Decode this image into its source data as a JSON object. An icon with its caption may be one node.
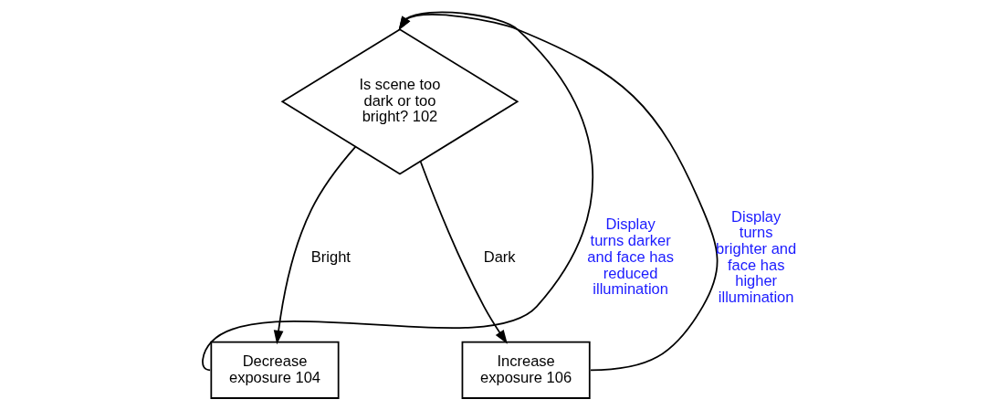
{
  "diagram": {
    "nodes": [
      {
        "text": [
          "Is scene too dark or too bright? 102"
        ]
      },
      {
        "text": [
          "Decrease exposure 104"
        ]
      },
      {
        "text": [
          "Increase exposure 106"
        ]
      }
    ],
    "edges": [
      {
        "from": 0,
        "to": 1,
        "arrow": "to",
        "label": "Bright"
      },
      {
        "from": 0,
        "to": 2,
        "arrow": "to",
        "label": "Dark"
      },
      {
        "from": 1,
        "to": 0,
        "arrow": "to",
        "label": "Display turns darker and face has reduced illumination"
      },
      {
        "from": 2,
        "to": 0,
        "arrow": "to",
        "label": "Display turns brighter and face has higher illumination"
      }
    ]
  }
}
